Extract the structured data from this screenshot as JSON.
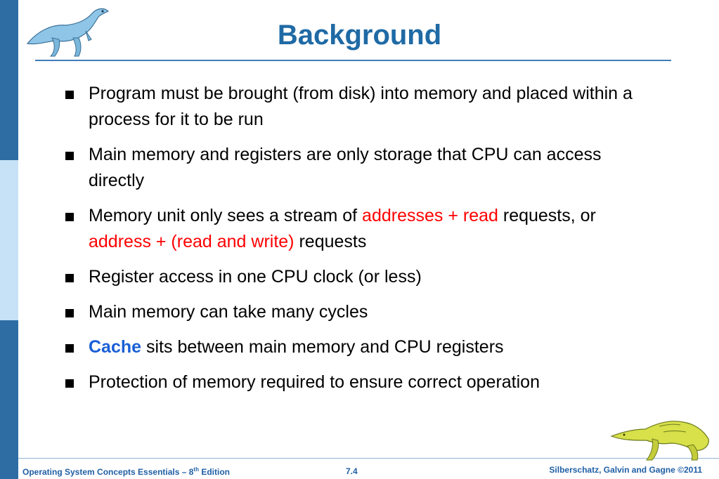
{
  "slide": {
    "title": "Background",
    "bullets": [
      {
        "parts": [
          {
            "text": "Program must be brought (from disk)  into memory and placed within a process for it to be run"
          }
        ]
      },
      {
        "parts": [
          {
            "text": "Main memory and registers are only storage that CPU can access directly"
          }
        ]
      },
      {
        "parts": [
          {
            "text": "Memory unit only sees a stream of "
          },
          {
            "text": "addresses + read",
            "style": "red"
          },
          {
            "text": " requests, or "
          },
          {
            "text": "address + (read and write)",
            "style": "red"
          },
          {
            "text": " requests"
          }
        ]
      },
      {
        "parts": [
          {
            "text": "Register access in one CPU clock (or less)"
          }
        ]
      },
      {
        "parts": [
          {
            "text": "Main memory can take many cycles"
          }
        ]
      },
      {
        "parts": [
          {
            "text": "Cache",
            "style": "blue"
          },
          {
            "text": " sits between main memory and CPU registers"
          }
        ]
      },
      {
        "parts": [
          {
            "text": "Protection of memory required to ensure correct operation"
          }
        ]
      }
    ]
  },
  "footer": {
    "book_prefix": "Operating System Concepts Essentials – 8",
    "book_sup": "th",
    "book_suffix": " Edition",
    "page": "7.4",
    "authors": "Silberschatz, Galvin and Gagne ©2011"
  },
  "colors": {
    "title": "#1f6aa5",
    "highlight_red": "#ff0000",
    "highlight_blue": "#1a5fd6",
    "sidebar": "#2e6da4"
  }
}
